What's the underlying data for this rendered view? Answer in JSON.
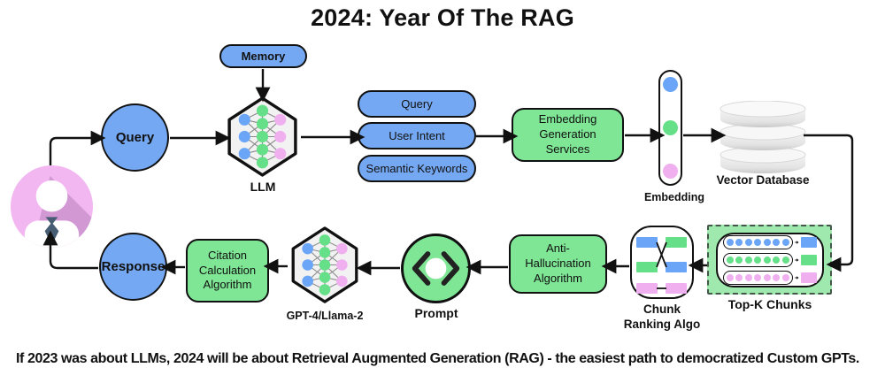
{
  "title": "2024: Year Of The RAG",
  "caption": "If 2023 was about LLMs, 2024 will be about Retrieval Augmented Generation (RAG) - the easiest path to democratized Custom GPTs.",
  "colors": {
    "shape_blue": "#75a8f2",
    "shape_green": "#7ee695",
    "topk_background": "#9fe8ae",
    "avatar_pink": "#f2b7f1",
    "avatar_tie": "#475d74",
    "node_blue": "#6aa5f8",
    "node_green": "#66e088",
    "node_pink": "#f0b0f0",
    "outline": "#111111"
  },
  "flow": {
    "memory": "Memory",
    "query_circle": "Query",
    "llm_label": "LLM",
    "intent_pills": [
      "Query",
      "User Intent",
      "Semantic Keywords"
    ],
    "embedding_services": "Embedding Generation Services",
    "embedding_label": "Embedding",
    "vector_database_label": "Vector Database",
    "topk_label": "Top-K Chunks",
    "chunk_ranking_line1": "Chunk",
    "chunk_ranking_line2": "Ranking Algo",
    "anti_hallucination": "Anti-Hallucination Algorithm",
    "prompt_label": "Prompt",
    "gpt_label": "GPT-4/Llama-2",
    "citation": "Citation Calculation Algorithm",
    "response_circle": "Response"
  }
}
